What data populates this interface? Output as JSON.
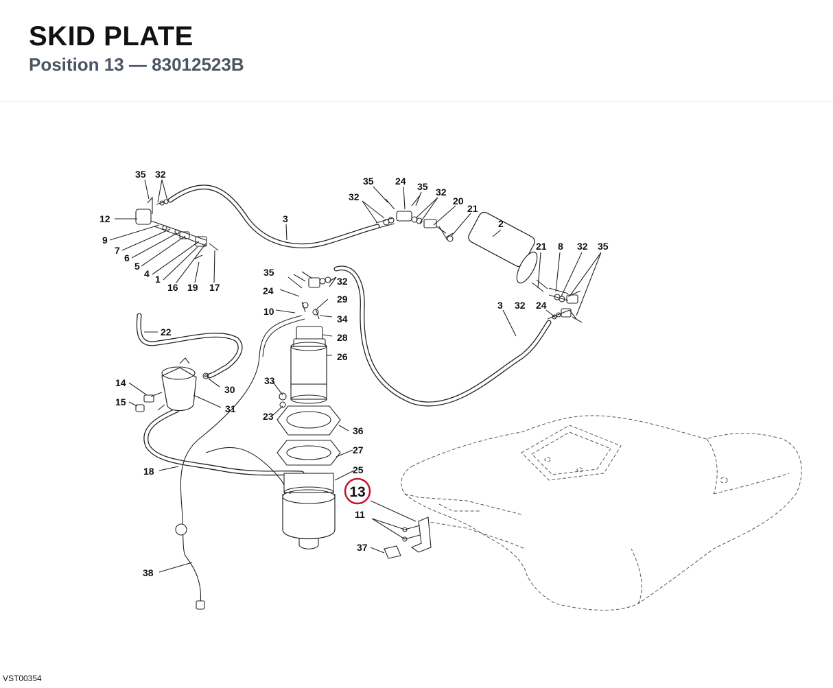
{
  "header": {
    "title": "SKID PLATE",
    "subtitle": "Position 13 — 83012523B"
  },
  "diagram": {
    "code": "VST00354",
    "highlight": {
      "label": "13",
      "color": "#c8102e"
    },
    "callouts": [
      "35",
      "32",
      "12",
      "9",
      "7",
      "6",
      "5",
      "4",
      "1",
      "16",
      "19",
      "17",
      "3",
      "35",
      "24",
      "35",
      "32",
      "32",
      "20",
      "21",
      "2",
      "21",
      "8",
      "32",
      "35",
      "35",
      "24",
      "32",
      "10",
      "29",
      "34",
      "28",
      "26",
      "3",
      "32",
      "24",
      "22",
      "14",
      "15",
      "30",
      "31",
      "33",
      "23",
      "36",
      "27",
      "18",
      "25",
      "11",
      "37",
      "38"
    ]
  }
}
